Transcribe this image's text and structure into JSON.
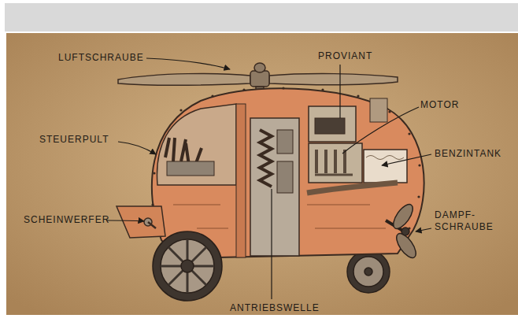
{
  "diagram": {
    "labels": [
      "LUFTSCHRAUBE",
      "PROVIANT",
      "MOTOR",
      "BENZINTANK",
      "STEUERPULT",
      "SCHEINWERFER",
      "DAMPF- SCHRAUBE",
      "ANTRIEBSWELLE"
    ]
  }
}
